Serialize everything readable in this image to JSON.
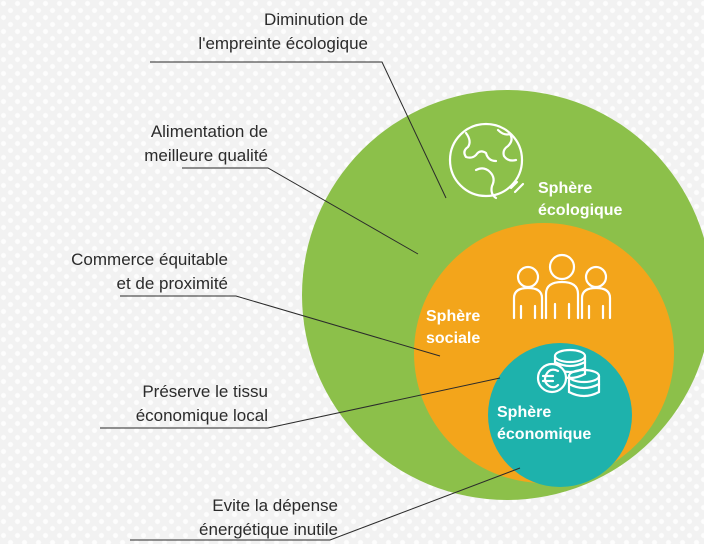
{
  "labels": [
    {
      "line1": "Diminution de",
      "line2": "l'empreinte écologique"
    },
    {
      "line1": "Alimentation de",
      "line2": "meilleure qualité"
    },
    {
      "line1": "Commerce équitable",
      "line2": "et de proximité"
    },
    {
      "line1": "Préserve le tissu",
      "line2": "économique local"
    },
    {
      "line1": "Evite la dépense",
      "line2": "énergétique inutile"
    }
  ],
  "spheres": {
    "ecologique": {
      "line1": "Sphère",
      "line2": "écologique",
      "color": "#8cc04a"
    },
    "sociale": {
      "line1": "Sphère",
      "line2": "sociale",
      "color": "#f3a51b"
    },
    "economique": {
      "line1": "Sphère",
      "line2": "économique",
      "color": "#1eb2ac"
    }
  },
  "icons": {
    "ecologique": "globe-icon",
    "sociale": "people-icon",
    "economique": "euro-coins-icon"
  },
  "colors": {
    "text": "#2b2b2b",
    "leader_line": "#2b2b2b",
    "background": "#f2f2f2"
  }
}
